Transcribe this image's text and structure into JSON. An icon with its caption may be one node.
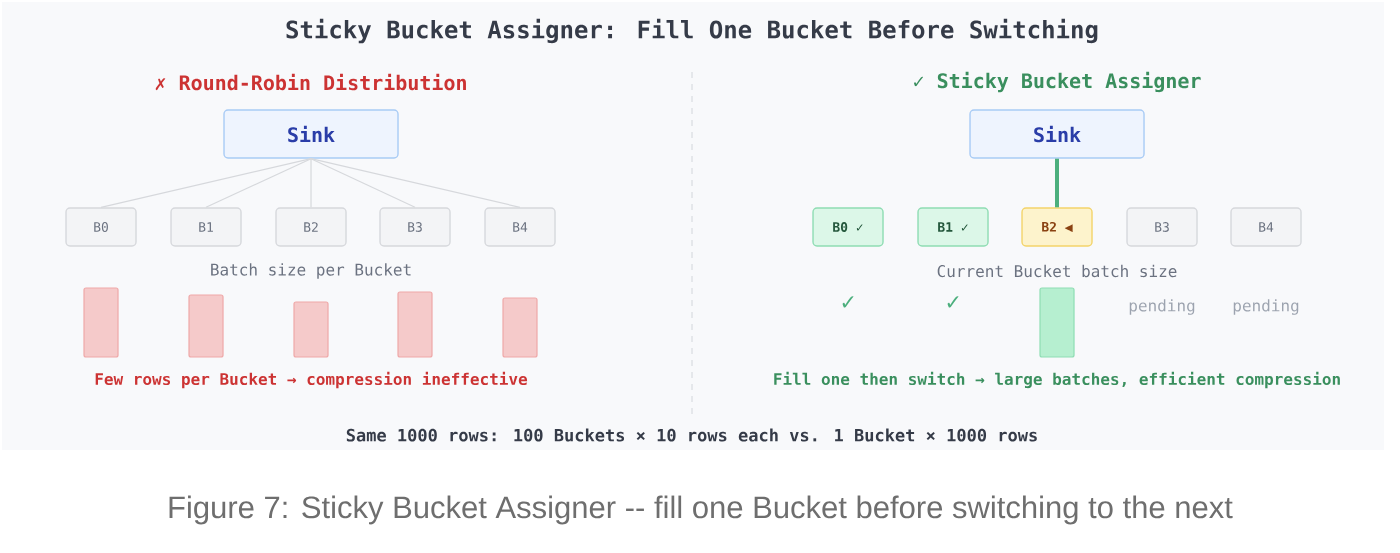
{
  "diagram": {
    "title": "Sticky Bucket Assigner: Fill One Bucket Before Switching",
    "caption": "Figure 7: Sticky Bucket Assigner -- fill one Bucket before switching to the next",
    "nodes": [
      {
        "text": [
          "Sink"
        ]
      },
      {
        "text": [
          "B0"
        ]
      },
      {
        "text": [
          "B1"
        ]
      },
      {
        "text": [
          "B2"
        ]
      },
      {
        "text": [
          "B3"
        ]
      },
      {
        "text": [
          "B4"
        ]
      },
      {
        "text": [
          "Sink"
        ]
      },
      {
        "text": [
          "B0 ✓"
        ]
      },
      {
        "text": [
          "B1 ✓"
        ]
      },
      {
        "text": [
          "B2 ◀"
        ]
      },
      {
        "text": [
          "B3"
        ]
      },
      {
        "text": [
          "B4"
        ]
      }
    ],
    "edges": [
      {
        "from": 0,
        "to": 1,
        "arrow": "none"
      },
      {
        "from": 0,
        "to": 2,
        "arrow": "none"
      },
      {
        "from": 0,
        "to": 3,
        "arrow": "none"
      },
      {
        "from": 0,
        "to": 4,
        "arrow": "none"
      },
      {
        "from": 0,
        "to": 5,
        "arrow": "none"
      },
      {
        "from": 6,
        "to": 9,
        "arrow": "none",
        "style": "thick",
        "color": "#4caf7d"
      }
    ],
    "labels": [
      "✗ Round-Robin Distribution",
      "✓ Sticky Bucket Assigner",
      "Batch size per Bucket",
      "Current Bucket batch size",
      "✓",
      "✓",
      "pending",
      "pending",
      "Few rows per Bucket → compression ineffective",
      "Fill one then switch → large batches, efficient compression",
      "Same 1000 rows: 100 Buckets × 10 rows each vs. 1 Bucket × 1000 rows"
    ]
  }
}
